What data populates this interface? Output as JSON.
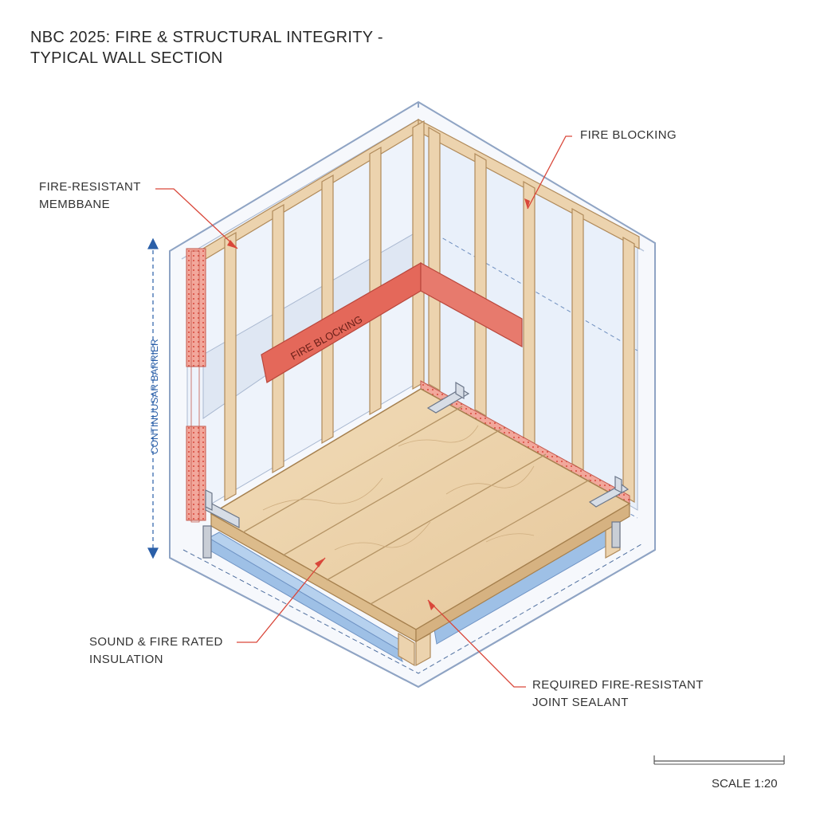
{
  "title": {
    "line1": "NBC 2025: FIRE & STRUCTURAL INTEGRITY -",
    "line2": "TYPICAL WALL SECTION"
  },
  "callouts": {
    "fire_resistant_membrane": {
      "line1": "FIRE-RESISTANT",
      "line2": "MEMBBANE"
    },
    "fire_blocking_top": {
      "line1": "FIRE BLOCKING"
    },
    "sound_fire_insulation": {
      "line1": "SOUND & FIRE RATED",
      "line2": "INSULATION"
    },
    "joint_sealant": {
      "line1": "REQUIRED FIRE-RESISTANT",
      "line2": "JOINT SEALANT"
    }
  },
  "labels": {
    "continuous_barrier": "CONTINUUSAR BARRIER",
    "fire_blocking_band": "FIRE BLOCKING"
  },
  "scale": {
    "label": "SCALE 1:20"
  },
  "colors": {
    "wood": "#ecd3ae",
    "wood_stroke": "#b08a5a",
    "fire_red": "#e4685a",
    "insulation_blue": "#9ec0e6",
    "membrane": "#eef3fb",
    "outline_blue": "#8fa4c4",
    "leader_red": "#d9473a",
    "dim_blue": "#2a5fa8"
  }
}
